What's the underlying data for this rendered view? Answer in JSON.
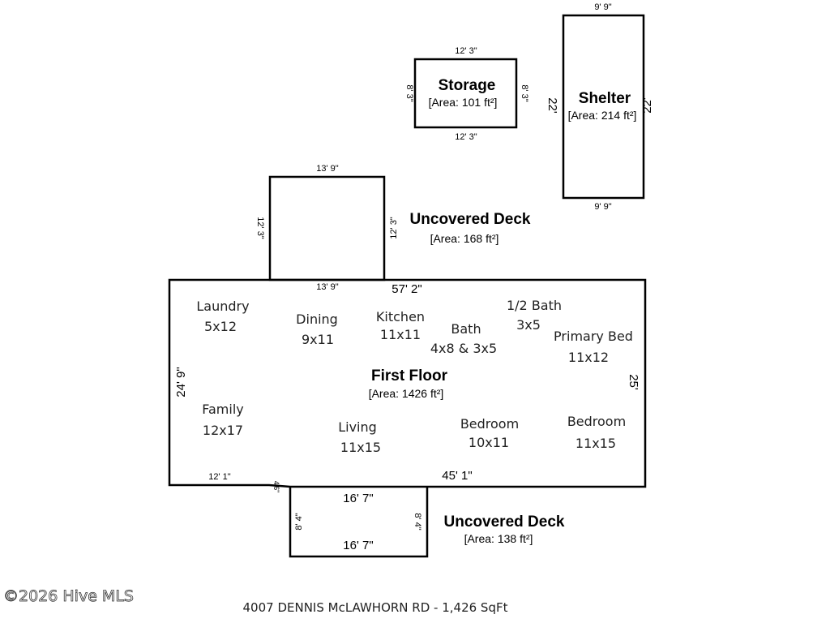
{
  "storage": {
    "title": "Storage",
    "area": "[Area: 101 ft²]",
    "dim_top": "12' 3\"",
    "dim_bottom": "12' 3\"",
    "dim_left": "8' 3\"",
    "dim_right": "8' 3\""
  },
  "shelter": {
    "title": "Shelter",
    "area": "[Area: 214 ft²]",
    "dim_top": "9' 9\"",
    "dim_bottom": "9' 9\"",
    "dim_left": "22'",
    "dim_right": "22'"
  },
  "deck_top": {
    "title": "Uncovered Deck",
    "area": "[Area: 168 ft²]",
    "dim_top": "13' 9\"",
    "dim_bottom": "13' 9\"",
    "dim_left": "12' 3\"",
    "dim_right": "12' 3\""
  },
  "first_floor": {
    "title": "First Floor",
    "area": "[Area: 1426 ft²]",
    "dim_top": "57' 2\"",
    "dim_left": "24' 9\"",
    "dim_right": "25'",
    "dim_bottom_left": "12' 1\"",
    "dim_bottom_right": "45' 1\"",
    "dim_notch": "4'6\""
  },
  "rooms": [
    {
      "name": "Laundry",
      "size": "5x12"
    },
    {
      "name": "Dining",
      "size": "9x11"
    },
    {
      "name": "Kitchen",
      "size": "11x11"
    },
    {
      "name": "Bath",
      "size": "4x8 & 3x5"
    },
    {
      "name": "1/2 Bath",
      "size": "3x5"
    },
    {
      "name": "Primary Bed",
      "size": "11x12"
    },
    {
      "name": "Family",
      "size": "12x17"
    },
    {
      "name": "Living",
      "size": "11x15"
    },
    {
      "name": "Bedroom",
      "size": "10x11"
    },
    {
      "name": "Bedroom",
      "size": "11x15"
    }
  ],
  "deck_bottom": {
    "title": "Uncovered Deck",
    "area": "[Area: 138 ft²]",
    "dim_top": "16' 7\"",
    "dim_bottom": "16' 7\"",
    "dim_left": "8' 4\"",
    "dim_right": "8' 4\""
  },
  "footer": "4007 DENNIS McLAWHORN RD - 1,426 SqFt",
  "watermark": "©2026 Hive MLS"
}
